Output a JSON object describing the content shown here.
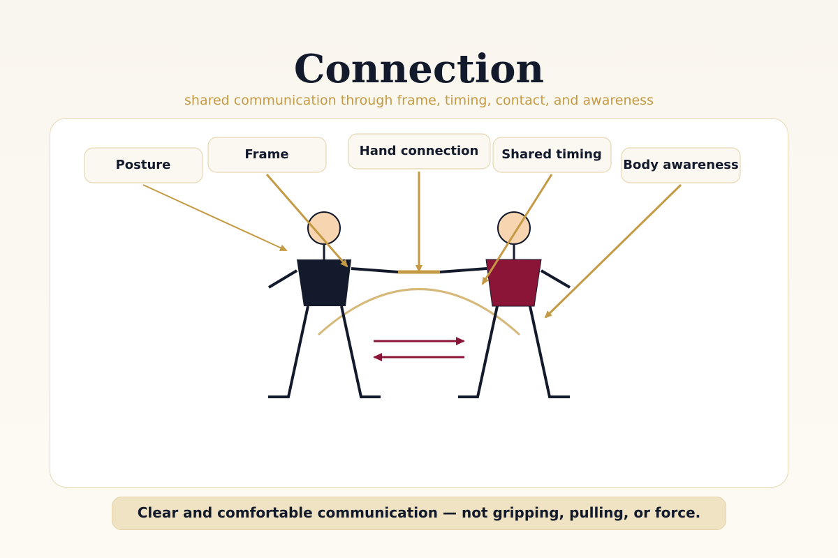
{
  "title": "Connection",
  "subtitle": "shared communication through frame, timing, contact, and awareness",
  "callouts": [
    {
      "id": "posture",
      "label": "Posture"
    },
    {
      "id": "frame",
      "label": "Frame"
    },
    {
      "id": "hand",
      "label": "Hand connection"
    },
    {
      "id": "timing",
      "label": "Shared timing"
    },
    {
      "id": "awareness",
      "label": "Body awareness"
    }
  ],
  "footer": "Clear and comfortable communication — not gripping, pulling, or force.",
  "colors": {
    "navy": "#131a2b",
    "gold": "#c49a44",
    "crimson": "#8a1537",
    "skin": "#f6d5b0"
  }
}
